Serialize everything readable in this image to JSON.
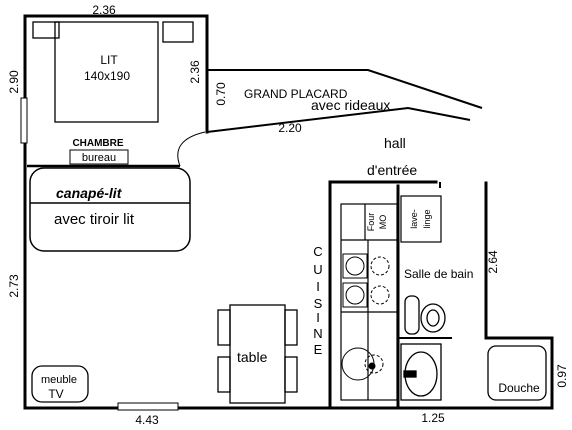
{
  "dimensions": {
    "top_bedroom_width": "2.36",
    "bedroom_height": "2.90",
    "bedroom_wall": "2.36",
    "closet_depth": "0.70",
    "closet_length": "2.20",
    "living_height": "2.73",
    "bottom_width": "4.43",
    "bath_bottom_width": "1.25",
    "bath_height": "2.64",
    "shower_width": "0.97"
  },
  "rooms": {
    "bed_label": "LIT",
    "bed_size": "140x190",
    "closet_title": "GRAND PLACARD",
    "closet_subtitle": "avec rideaux",
    "bedroom": "CHAMBRE",
    "desk": "bureau",
    "sofa_title": "canapé-lit",
    "sofa_subtitle": "avec tiroir lit",
    "hall_line1": "hall",
    "hall_line2": "d'entrée",
    "kitchen_letters": [
      "C",
      "U",
      "I",
      "S",
      "I",
      "N",
      "E"
    ],
    "oven_line1": "Four",
    "oven_line2": "MO",
    "washer_line1": "lave-",
    "washer_line2": "linge",
    "bathroom": "Salle de bain",
    "table": "table",
    "tv_line1": "meuble",
    "tv_line2": "TV",
    "shower": "Douche"
  }
}
